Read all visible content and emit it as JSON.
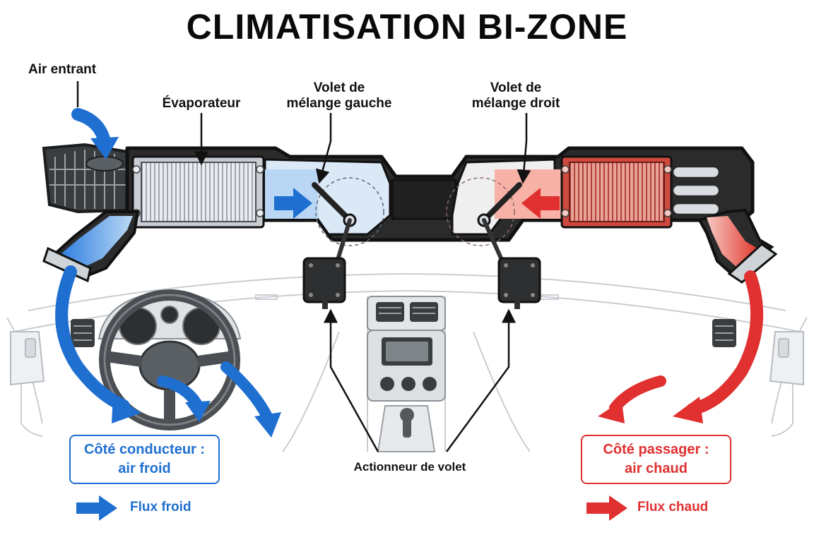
{
  "title": "CLIMATISATION BI-ZONE",
  "labels": {
    "air_intake": "Air entrant",
    "evaporator": "Évaporateur",
    "left_flap_line1": "Volet de",
    "left_flap_line2": "mélange gauche",
    "right_flap_line1": "Volet de",
    "right_flap_line2": "mélange droit",
    "actuator": "Actionneur de volet"
  },
  "zones": {
    "driver_line1": "Côté conducteur :",
    "driver_line2": "air froid",
    "passenger_line1": "Côté passager :",
    "passenger_line2": "air chaud"
  },
  "legend": {
    "cold": "Flux froid",
    "hot": "Flux chaud"
  },
  "colors": {
    "cold": "#1f6fd1",
    "hot": "#e03030",
    "housing": "#2b2b2b",
    "cold_air_fill": "#bcd9f5",
    "hot_air_fill": "#f6c9c2",
    "heater_core": "#c0392b"
  },
  "icons": [
    "arrow-right-icon",
    "arrow-left-icon",
    "steering-wheel-icon",
    "actuator-icon"
  ]
}
